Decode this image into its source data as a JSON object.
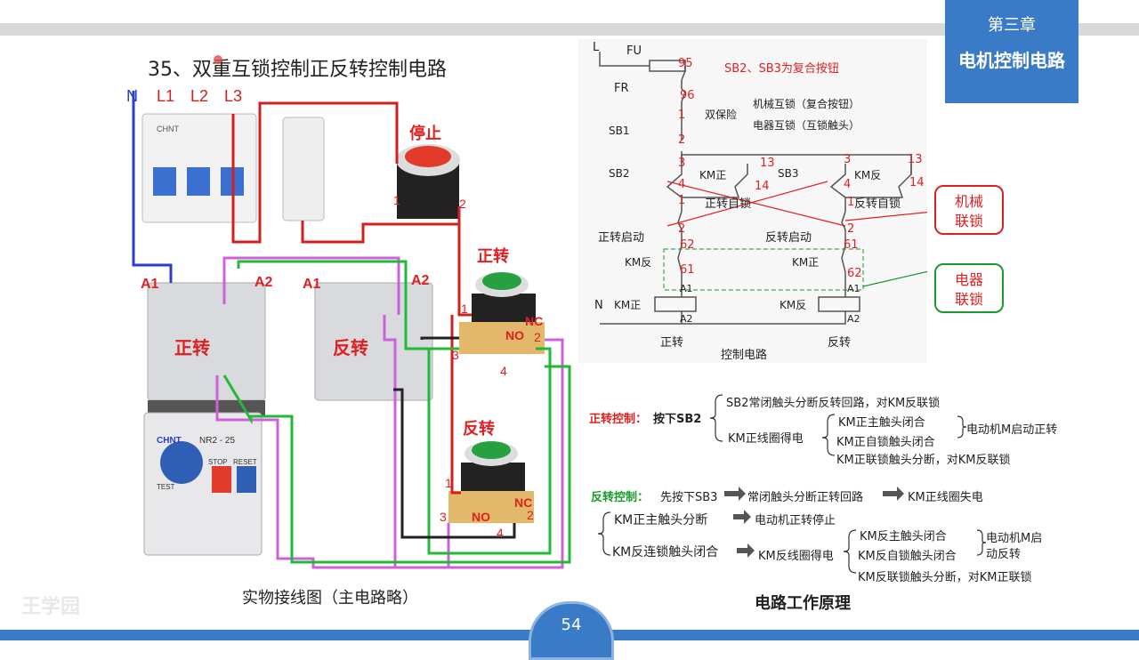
{
  "chapter": {
    "number": "第三章",
    "name": "电机控制电路"
  },
  "title": "35、双重互锁控制正反转控制电路",
  "photo": {
    "caption": "实物接线图（主电路略）",
    "labels": {
      "n": "N",
      "l1": "L1",
      "l2": "L2",
      "l3": "L3",
      "stop": "停止",
      "fwd_btn": "正转",
      "rev_btn": "反转",
      "a1_left": "A1",
      "a2_left": "A2",
      "a1_right": "A1",
      "a2_right": "A2",
      "fwd_contactor": "正转",
      "rev_contactor": "反转",
      "stop_1": "1",
      "stop_2": "2",
      "fwd_1": "1",
      "fwd_nc": "NC",
      "fwd_no": "NO",
      "fwd_2": "2",
      "fwd_3": "3",
      "fwd_4": "4",
      "rev_1": "1",
      "rev_nc": "NC",
      "rev_no": "NO",
      "rev_2": "2",
      "rev_3": "3",
      "rev_4": "4",
      "brand": "CHNT",
      "relay_model": "NR2 - 25",
      "stop_label": "STOP",
      "reset_label": "RESET",
      "test_label": "TEST"
    }
  },
  "schematic": {
    "caption": "电路工作原理",
    "l": "L",
    "fu": "FU",
    "fr": "FR",
    "n95": "95",
    "n96": "96",
    "n1": "1",
    "n2": "2",
    "note": "SB2、SB3为复合按钮",
    "dual": "双保险",
    "mech": "机械互锁（复合按钮）",
    "elec": "电器互锁（互锁触头）",
    "sb1": "SB1",
    "sb2": "SB2",
    "sb3": "SB3",
    "kmz": "KM正",
    "kmf": "KM反",
    "n3a": "3",
    "n13a": "13",
    "n3b": "3",
    "n13b": "13",
    "n4a": "4",
    "n14a": "14",
    "n4b": "4",
    "n14b": "14",
    "fwd_self": "正转自锁",
    "rev_self": "反转自锁",
    "n1a": "1",
    "n1b": "1",
    "n2a": "2",
    "n2b": "2",
    "fwd_start": "正转启动",
    "rev_start": "反转启动",
    "n62a": "62",
    "n61a": "61",
    "n61b": "61",
    "n62b": "62",
    "kmf_label": "KM反",
    "kmz_label": "KM正",
    "a1a": "A1",
    "a2a": "A2",
    "a1b": "A1",
    "a2b": "A2",
    "n": "N",
    "coil_left": "KM正",
    "coil_right": "KM反",
    "bottom_fwd": "正转",
    "bottom_ctrl": "控制电路",
    "bottom_rev": "反转",
    "callout_mech": "机械联锁",
    "callout_elec": "电器联锁"
  },
  "principle": {
    "fwd_title": "正转控制：",
    "fwd_press": "按下SB2",
    "fwd_a": "SB2常闭触头分断反转回路，对KM反联锁",
    "fwd_b": "KM正线圈得电",
    "fwd_b1": "KM正主触头闭合",
    "fwd_b2": "KM正自锁触头闭合",
    "fwd_b3": "KM正联锁触头分断，对KM反联锁",
    "fwd_result": "电动机M启动正转",
    "rev_title": "反转控制：",
    "rev_step1": "先按下SB3",
    "rev_step2": "常闭触头分断正转回路",
    "rev_step3": "KM正线圈失电",
    "rev_a": "KM正主触头分断",
    "rev_a_res": "电动机正转停止",
    "rev_b": "KM反连锁触头闭合",
    "rev_b_res": "KM反线圈得电",
    "rev_b1": "KM反主触头闭合",
    "rev_b2": "KM反自锁触头闭合",
    "rev_b3": "KM反联锁触头分断，对KM正联锁",
    "rev_result1": "电动机M启",
    "rev_result2": "动反转"
  },
  "page": "54",
  "watermark": "王学园"
}
